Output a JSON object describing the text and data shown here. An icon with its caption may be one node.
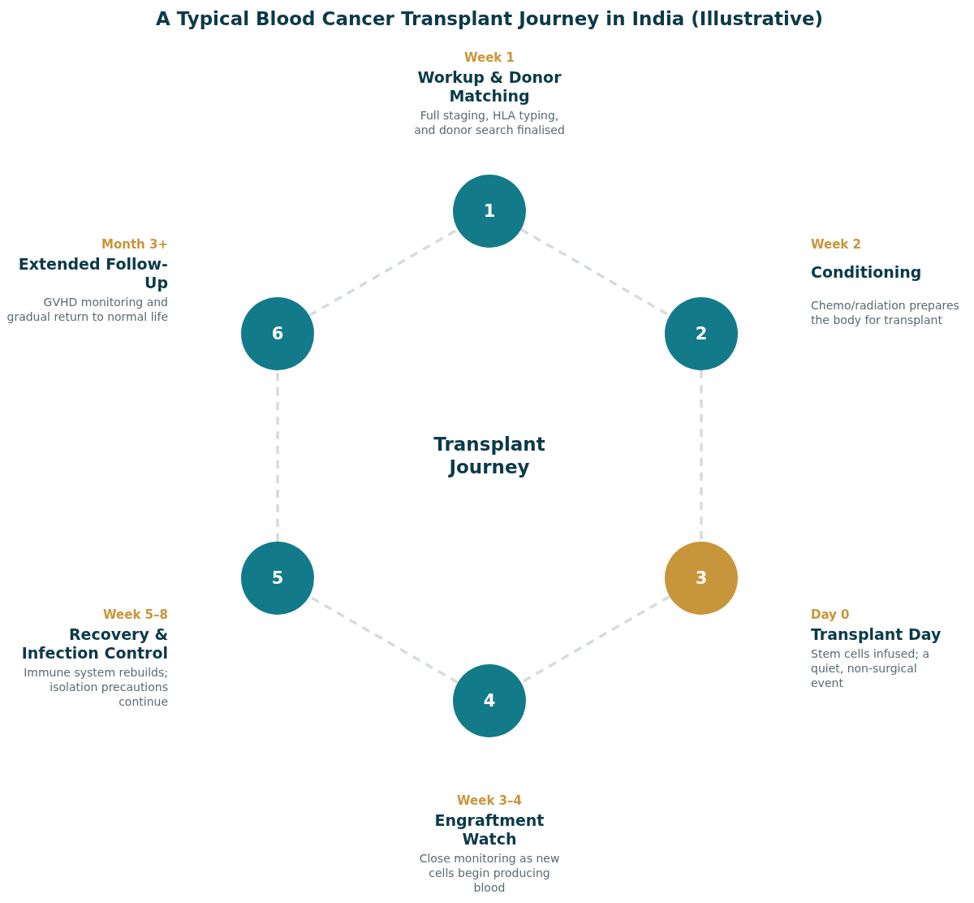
{
  "diagram": {
    "title": "A Typical Blood Cancer Transplant Journey in India (Illustrative)",
    "nodes": [
      {
        "text": [
          "1"
        ],
        "beside": [
          "Week 1",
          "Workup & Donor Matching",
          "Full staging, HLA typing, and donor search finalised"
        ]
      },
      {
        "text": [
          "2"
        ],
        "beside": [
          "Week 2",
          "Conditioning",
          "Chemo/radiation prepares the body for transplant"
        ]
      },
      {
        "text": [
          "3"
        ],
        "beside": [
          "Day 0",
          "Transplant Day",
          "Stem cells infused; a quiet, non-surgical event"
        ]
      },
      {
        "text": [
          "4"
        ],
        "beside": [
          "Week 3–4",
          "Engraftment Watch",
          "Close monitoring as new cells begin producing blood"
        ]
      },
      {
        "text": [
          "5"
        ],
        "beside": [
          "Week 5–8",
          "Recovery & Infection Control",
          "Immune system rebuilds; isolation precautions continue"
        ]
      },
      {
        "text": [
          "6"
        ],
        "beside": [
          "Month 3+",
          "Extended Follow-Up",
          "GVHD monitoring and gradual return to normal life"
        ]
      }
    ],
    "edges": [
      {
        "from": 0,
        "to": 1,
        "arrow": "none",
        "style": "dashed"
      },
      {
        "from": 1,
        "to": 2,
        "arrow": "none",
        "style": "dashed"
      },
      {
        "from": 2,
        "to": 3,
        "arrow": "none",
        "style": "dashed"
      },
      {
        "from": 3,
        "to": 4,
        "arrow": "none",
        "style": "dashed"
      },
      {
        "from": 4,
        "to": 5,
        "arrow": "none",
        "style": "dashed"
      },
      {
        "from": 5,
        "to": 0,
        "arrow": "none",
        "style": "dashed"
      }
    ],
    "labels": [
      "Transplant Journey"
    ]
  }
}
